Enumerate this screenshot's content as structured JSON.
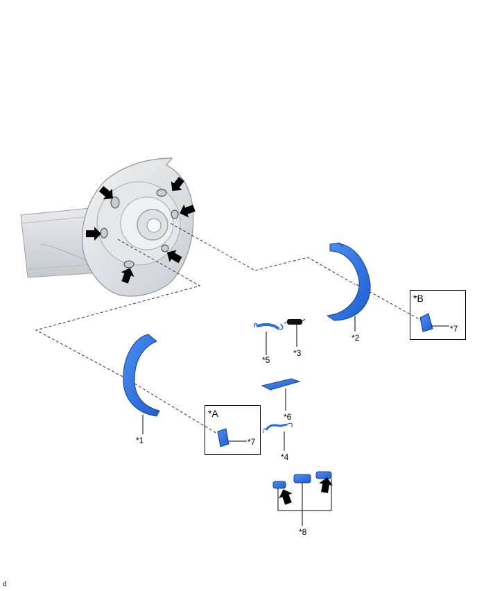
{
  "diagram": {
    "parts": [
      {
        "id": "p1",
        "label": "*1"
      },
      {
        "id": "p2",
        "label": "*2"
      },
      {
        "id": "p3",
        "label": "*3"
      },
      {
        "id": "p4",
        "label": "*4"
      },
      {
        "id": "p5",
        "label": "*5"
      },
      {
        "id": "p6",
        "label": "*6"
      },
      {
        "id": "p7a",
        "label": "*7"
      },
      {
        "id": "p7b",
        "label": "*7"
      },
      {
        "id": "p8",
        "label": "*8"
      }
    ],
    "detail_boxes": [
      {
        "id": "A",
        "label": "*A"
      },
      {
        "id": "B",
        "label": "*B"
      }
    ],
    "footer_mark": "d",
    "colors": {
      "part_blue": "#2a6fe0",
      "part_blue_dark": "#1b4fb0",
      "plate_gray": "#d9dde2",
      "arrow": "#000000"
    }
  }
}
